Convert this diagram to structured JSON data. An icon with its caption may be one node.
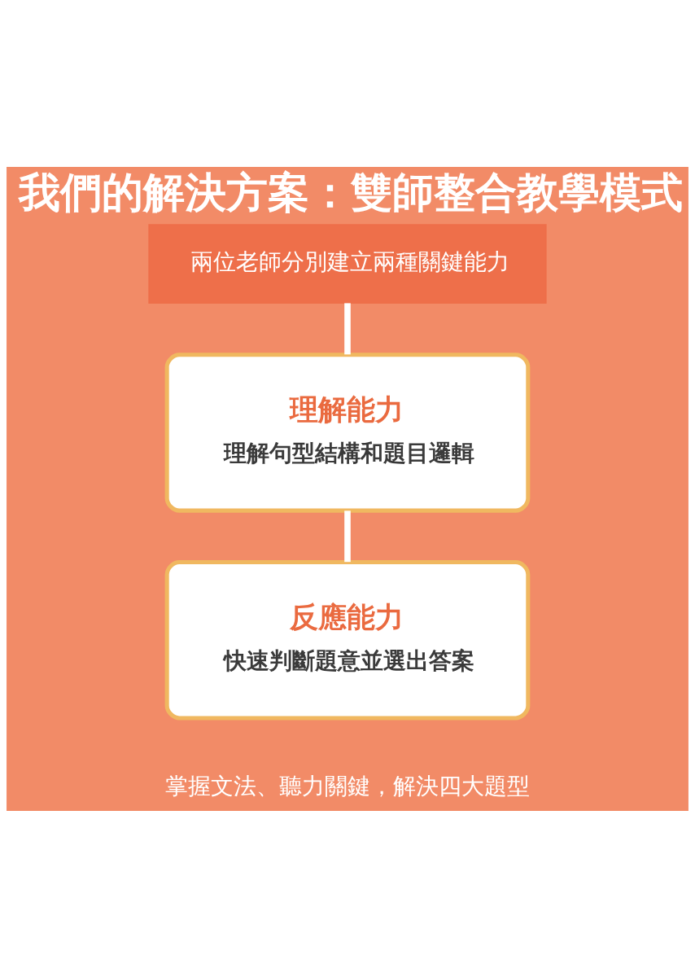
{
  "diagram": {
    "title": "我們的解決方案：雙師整合教學模式",
    "caption": "掌握文法、聽力關鍵，解決四大題型",
    "nodes": [
      {
        "text": [
          "兩位老師分別建立兩種關鍵能力"
        ]
      },
      {
        "text": [
          "理解能力",
          "理解句型結構和題目邏輯"
        ]
      },
      {
        "text": [
          "反應能力",
          "快速判斷題意並選出答案"
        ]
      }
    ],
    "edges": [
      {
        "from": 0,
        "to": 1,
        "arrow": "none"
      },
      {
        "from": 1,
        "to": 2,
        "arrow": "none"
      }
    ]
  }
}
